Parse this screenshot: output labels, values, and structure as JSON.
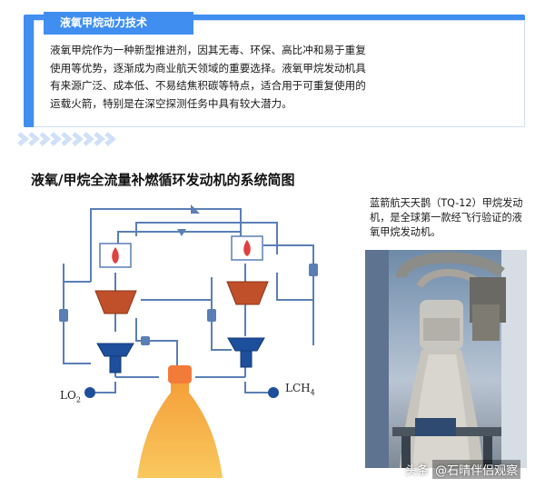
{
  "card": {
    "tag": "液氧甲烷动力技术",
    "lines": [
      "液氧甲烷作为一种新型推进剂，因其无毒、环保、高比冲和易于重复",
      "使用等优势，逐渐成为商业航天领域的重要选择。液氧甲烷发动机具",
      "有来源广泛、成本低、不易结焦积碳等特点，适合用于可重复使用的",
      "运载火箭，特别是在深空探测任务中具有较大潜力。"
    ]
  },
  "diagram": {
    "title": "液氧/甲烷全流量补燃循环发动机的系统简图",
    "labels": {
      "lox": "LO",
      "lox_sub": "2",
      "lch": "LCH",
      "lch_sub": "4"
    }
  },
  "photo": {
    "caption": "蓝箭航天天鹊（TQ-12）甲烷发动机，是全球第一款经飞行验证的液氧甲烷发动机。"
  },
  "watermark": {
    "prefix": "头条",
    "handle": "@石晴伴侣观察"
  },
  "colors": {
    "accent": "#3f8ef0",
    "pipe": "#5a7fb5",
    "nozzle": "#f7c15a",
    "turbine": "#c0502a",
    "pump": "#1e4f9c"
  }
}
